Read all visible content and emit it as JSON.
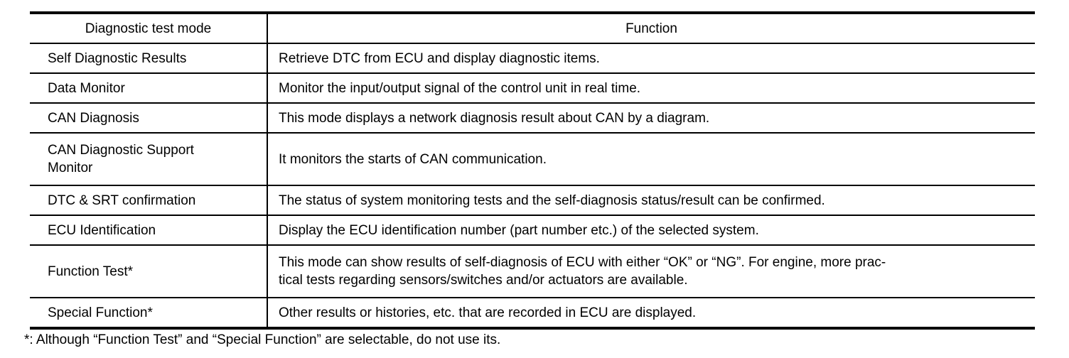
{
  "table": {
    "headers": {
      "mode": "Diagnostic test mode",
      "function": "Function"
    },
    "rows": [
      {
        "mode": "Self Diagnostic Results",
        "function": "Retrieve DTC from ECU and display diagnostic items."
      },
      {
        "mode": "Data Monitor",
        "function": "Monitor the input/output signal of the control unit in real time."
      },
      {
        "mode": "CAN Diagnosis",
        "function": "This mode displays a network diagnosis result about CAN by a diagram."
      },
      {
        "mode": "CAN Diagnostic Support Monitor",
        "function": "It monitors the starts of CAN communication."
      },
      {
        "mode": "DTC & SRT confirmation",
        "function": "The status of system monitoring tests and the self-diagnosis status/result can be confirmed."
      },
      {
        "mode": "ECU Identification",
        "function": "Display the ECU identification number (part number etc.) of the selected system."
      },
      {
        "mode": "Function Test*",
        "function": "This mode can show results of self-diagnosis of ECU with either “OK” or “NG”. For engine, more prac-",
        "function2": "tical tests regarding sensors/switches and/or actuators are available."
      },
      {
        "mode": "Special Function*",
        "function": "Other results or histories, etc. that are recorded in ECU are displayed."
      }
    ],
    "footnote": "*: Although “Function Test” and “Special Function” are selectable, do not use its."
  },
  "colors": {
    "border": "#000000",
    "text": "#000000",
    "background": "#ffffff"
  }
}
